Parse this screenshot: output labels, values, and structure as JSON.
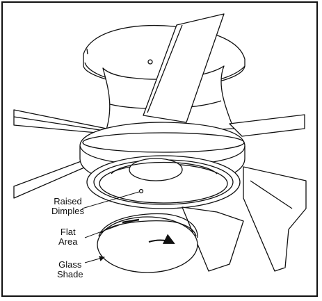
{
  "labels": {
    "raised_dimples": [
      "Raised",
      "Dimples"
    ],
    "flat_area": [
      "Flat",
      "Area"
    ],
    "glass_shade": [
      "Glass",
      "Shade"
    ]
  },
  "icons": {
    "rotation_arrow": "curved-arrow-icon",
    "pointer_arrow": "arrowhead-icon"
  }
}
